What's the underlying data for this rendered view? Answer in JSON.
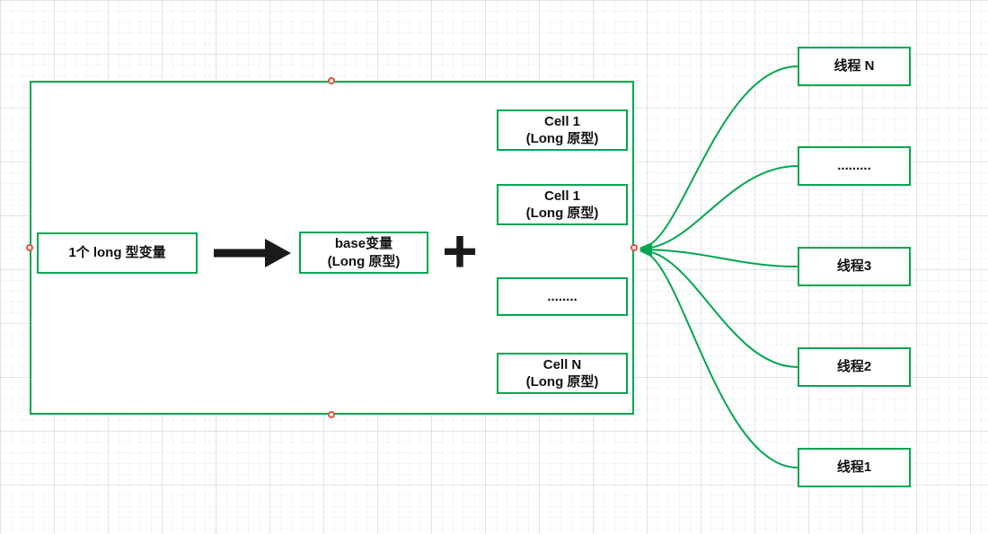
{
  "canvas": {
    "accent_green": "#00a651",
    "handle_color": "#e0533f",
    "grid": "on"
  },
  "main_flow": {
    "long_var_label": "1个 long 型变量",
    "base_var_line1": "base变量",
    "base_var_line2": "(Long 原型)",
    "plus_symbol": "+"
  },
  "cells": [
    {
      "line1": "Cell 1",
      "line2": "(Long 原型)"
    },
    {
      "line1": "Cell 1",
      "line2": "(Long 原型)"
    },
    {
      "line1": "........",
      "line2": ""
    },
    {
      "line1": "Cell N",
      "line2": "(Long 原型)"
    }
  ],
  "threads": [
    {
      "label": "线程 N"
    },
    {
      "label": "........."
    },
    {
      "label": "线程3"
    },
    {
      "label": "线程2"
    },
    {
      "label": "线程1"
    }
  ]
}
